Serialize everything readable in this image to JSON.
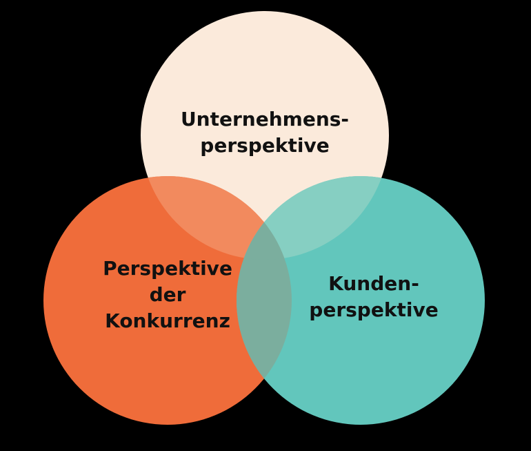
{
  "diagram": {
    "circles": {
      "company": {
        "lines": [
          "Unternehmens-",
          "perspektive"
        ],
        "color": "#FBEADB"
      },
      "competition": {
        "lines": [
          "Perspektive",
          "der",
          "Konkurrenz"
        ],
        "color": "#EF6C3A"
      },
      "customer": {
        "lines": [
          "Kunden-",
          "perspektive"
        ],
        "color": "#62C6BC"
      }
    },
    "overlap_colors": {
      "company_competition": "#F28A5E",
      "company_customer": "#86CFC2",
      "competition_customer": "#7BAE9E",
      "center": "#7BAE9E"
    }
  }
}
